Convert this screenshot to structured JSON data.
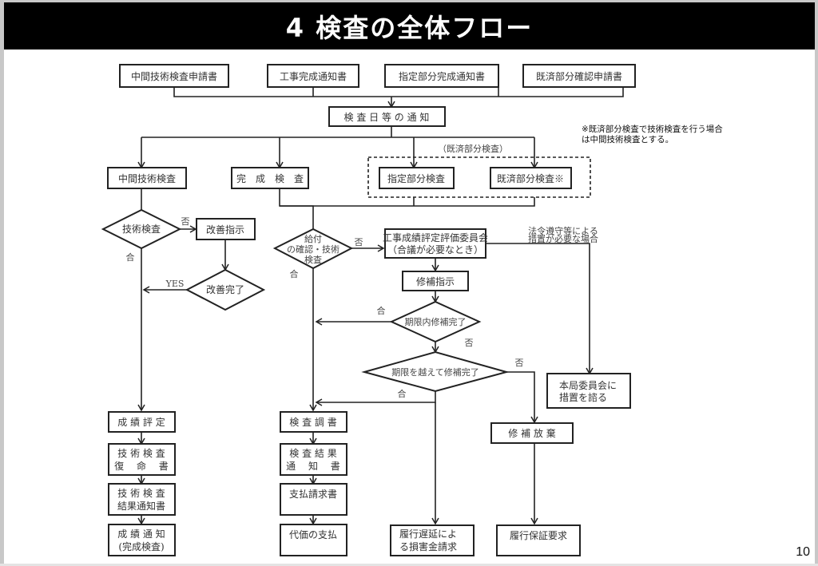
{
  "slide": {
    "title": "4 検査の全体フロー",
    "page_number": "10",
    "note_lines": [
      "※既済部分検査で技術検査を行う場合",
      "は中間技術検査とする。"
    ]
  },
  "nodes": {
    "app_intermediate": "中間技術検査申請書",
    "notice_completion": "工事完成通知書",
    "notice_designated": "指定部分完成通知書",
    "app_existing": "既済部分確認申請書",
    "inspection_notice": "検 査 日 等 の 通 知",
    "existing_group_label": "（既済部分検査）",
    "intermediate_tech": "中間技術検査",
    "completion_insp": "完　成　検　査",
    "designated_insp": "指定部分検査",
    "existing_insp": "既済部分検査※",
    "tech_check": "技術検査",
    "improve_instr": "改善指示",
    "improve_done": "改善完了",
    "delivery_check": [
      "給付",
      "の確認・技術",
      "検査"
    ],
    "committee": [
      "工事成績評定評価委員会",
      "（合議が必要なとき）"
    ],
    "legal_note": [
      "法令遵守等による",
      "措置が必要な場合"
    ],
    "repair_instr": "修補指示",
    "repair_in_time": "期限内修補完了",
    "repair_late": "期限を越えて修補完了",
    "hq_committee": [
      "本局委員会に",
      "措置を諮る"
    ],
    "repair_abandon": "修 補 放 棄",
    "grade_eval": "成 績 評 定",
    "tech_report": [
      "技 術 検 査",
      "復　 命　 書"
    ],
    "tech_result": [
      "技 術 検 査",
      "結果通知書"
    ],
    "grade_notice": [
      "成 績 通 知",
      "(完成検査)"
    ],
    "insp_record": "検 査 調 書",
    "insp_result": [
      "検 査 結 果",
      "通　 知　 書"
    ],
    "payment_req": "支払請求書",
    "payment": "代価の支払",
    "delay_damages": [
      "履行遅延によ",
      "る損害金請求"
    ],
    "guarantee_req": "履行保証要求"
  },
  "edge_labels": {
    "no": "否",
    "pass": "合",
    "yes": "YES"
  }
}
